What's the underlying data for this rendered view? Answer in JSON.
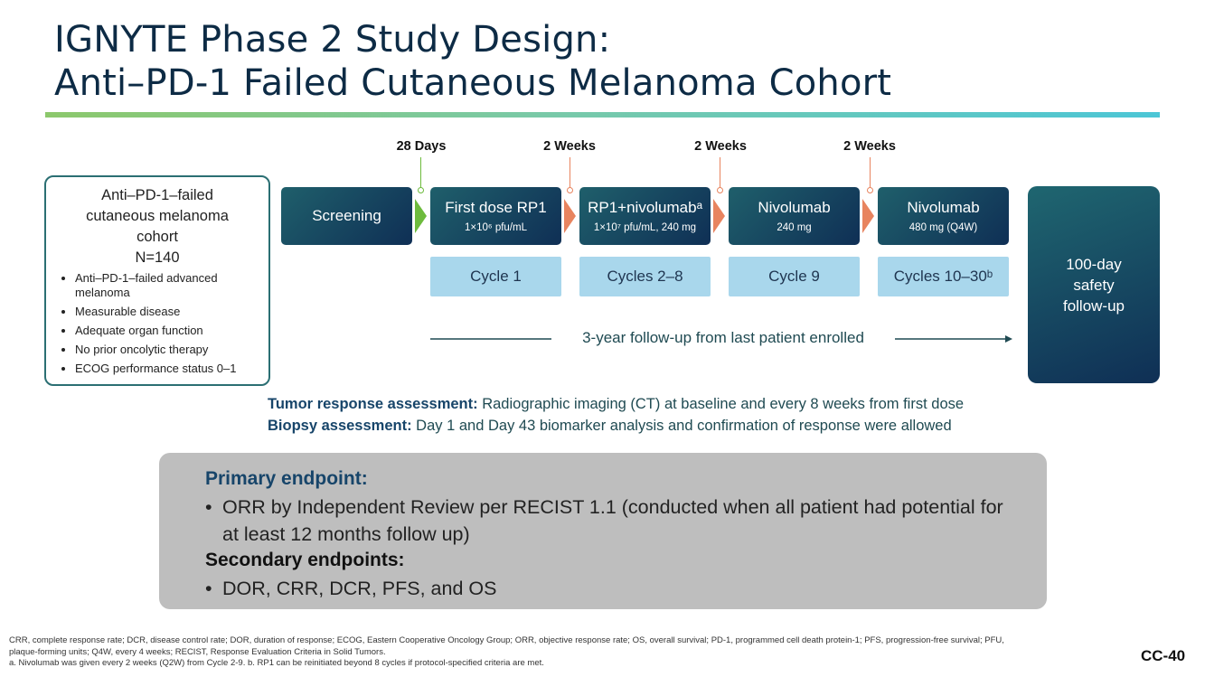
{
  "title": {
    "line1": "IGNYTE Phase 2 Study Design:",
    "line2": "Anti–PD-1 Failed Cutaneous Melanoma Cohort"
  },
  "cohort": {
    "line1": "Anti–PD-1–failed",
    "line2": "cutaneous melanoma",
    "line3": "cohort",
    "n": "N=140",
    "criteria": [
      "Anti–PD-1–failed advanced melanoma",
      "Measurable disease",
      "Adequate organ function",
      "No prior oncolytic therapy",
      "ECOG performance status 0–1"
    ]
  },
  "timeline": {
    "intervals": [
      "28 Days",
      "2 Weeks",
      "2 Weeks",
      "2 Weeks"
    ],
    "stages": [
      {
        "main": "Screening",
        "sub": ""
      },
      {
        "main": "First dose RP1",
        "sub": "1×10⁶ pfu/mL"
      },
      {
        "main": "RP1+nivolumabᵃ",
        "sub": "1×10⁷ pfu/mL, 240 mg"
      },
      {
        "main": "Nivolumab",
        "sub": "240 mg"
      },
      {
        "main": "Nivolumab",
        "sub": "480 mg (Q4W)"
      }
    ],
    "cycles": [
      "Cycle 1",
      "Cycles 2–8",
      "Cycle 9",
      "Cycles 10–30ᵇ"
    ],
    "safety": [
      "100-day",
      "safety",
      "follow-up"
    ],
    "followup": "3-year follow-up from last patient enrolled"
  },
  "assessments": {
    "tumor_label": "Tumor response assessment:",
    "tumor_text": "Radiographic imaging (CT) at baseline and every 8 weeks from first dose",
    "biopsy_label": "Biopsy assessment:",
    "biopsy_text": "Day 1 and Day 43 biomarker analysis and confirmation of response were allowed"
  },
  "endpoints": {
    "primary_heading": "Primary endpoint:",
    "primary_item": "ORR by Independent Review per RECIST 1.1 (conducted when all patient had potential for at least 12 months follow up)",
    "secondary_heading": "Secondary endpoints:",
    "secondary_item": "DOR, CRR, DCR, PFS, and OS",
    "bullet": "•"
  },
  "footnote": {
    "abbreviations": "CRR, complete response rate; DCR, disease control rate; DOR, duration of response; ECOG, Eastern Cooperative Oncology Group; ORR, objective response rate; OS, overall survival; PD-1, programmed cell death protein-1; PFS, progression-free survival; PFU, plaque-forming units; Q4W, every 4 weeks; RECIST, Response Evaluation Criteria in Solid Tumors.",
    "notes": "a. Nivolumab was given every 2 weeks (Q2W) from Cycle 2-9. b. RP1 can be reinitiated beyond 8 cycles if protocol-specified criteria are met."
  },
  "page_number": "CC-40",
  "colors": {
    "title": "#0d2b45",
    "box_dark": "#0f2f55",
    "box_teal": "#1f5f6b",
    "cycle_box": "#a9d7ec",
    "arrow_green": "#6dbb3d",
    "arrow_orange": "#e8845f",
    "endpoint_bg": "#bebebe"
  }
}
